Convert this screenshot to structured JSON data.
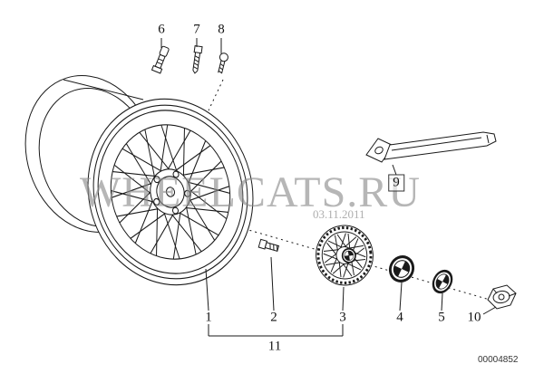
{
  "diagram": {
    "type": "exploded-parts-diagram",
    "subject": "alloy wheel with hub cap, emblems, bolts and wrench",
    "doc_number": "00004852"
  },
  "watermark": {
    "text": "WHEELCATS.RU",
    "date": "03.11.2011"
  },
  "colors": {
    "line": "#1a1a1a",
    "watermark": "#8a8a8a",
    "background": "#ffffff"
  },
  "icons": {
    "wheel": "alloy-wheel-drawing",
    "part1": "alloy-wheel-icon",
    "part2": "wheel-bolt-icon",
    "part3": "hub-cap-icon",
    "part4": "emblem-icon",
    "part5": "emblem-small-icon",
    "part6": "valve-stem-icon",
    "part7": "stud-screw-icon",
    "part8": "small-screw-icon",
    "part9": "wheel-wrench-icon",
    "part10": "cap-nut-icon",
    "part11": "wheel-assembly-bracket"
  },
  "callouts": [
    {
      "label": "6"
    },
    {
      "label": "7"
    },
    {
      "label": "8"
    },
    {
      "label": "9"
    },
    {
      "label": "1"
    },
    {
      "label": "2"
    },
    {
      "label": "3"
    },
    {
      "label": "4"
    },
    {
      "label": "5"
    },
    {
      "label": "10"
    },
    {
      "label": "11"
    }
  ]
}
